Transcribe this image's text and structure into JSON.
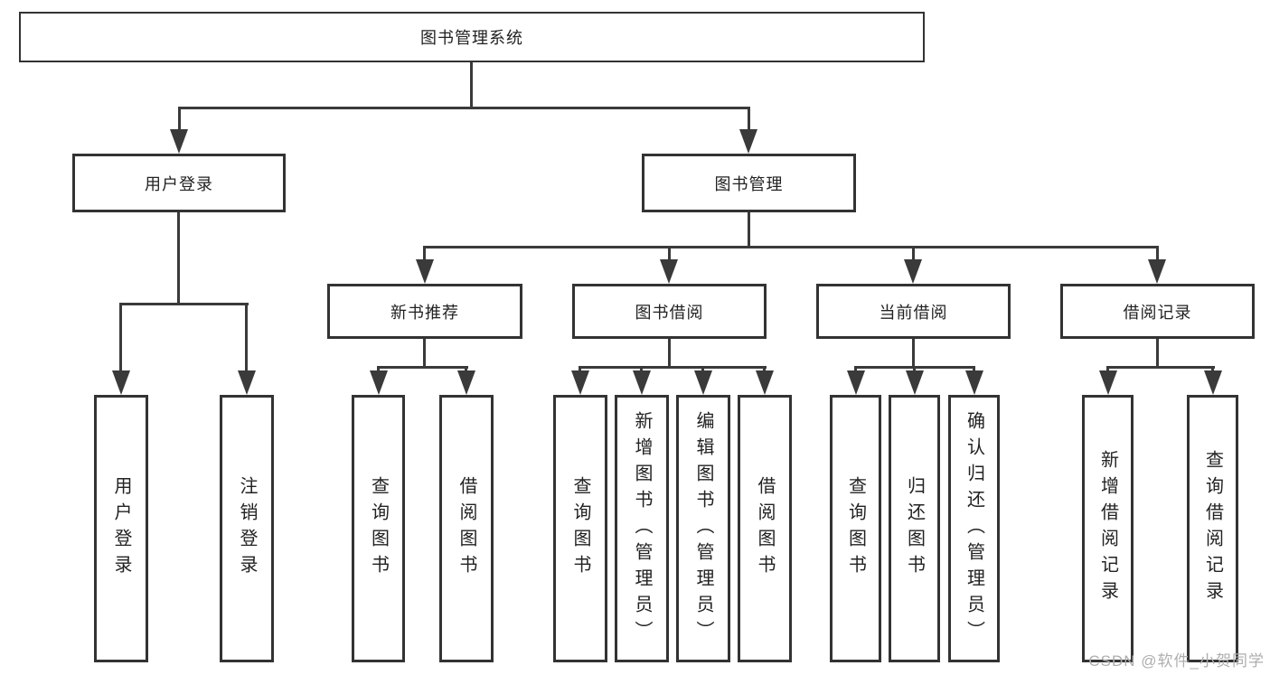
{
  "tree": {
    "root": {
      "label": "图书管理系统"
    },
    "branches": [
      {
        "label": "用户登录",
        "leaves": [
          {
            "label": "用户登录"
          },
          {
            "label": "注销登录"
          }
        ]
      },
      {
        "label": "图书管理",
        "groups": [
          {
            "label": "新书推荐",
            "leaves": [
              {
                "label": "查询图书"
              },
              {
                "label": "借阅图书"
              }
            ]
          },
          {
            "label": "图书借阅",
            "leaves": [
              {
                "label": "查询图书"
              },
              {
                "label": "新增图书（管理员）"
              },
              {
                "label": "编辑图书（管理员）"
              },
              {
                "label": "借阅图书"
              }
            ]
          },
          {
            "label": "当前借阅",
            "leaves": [
              {
                "label": "查询图书"
              },
              {
                "label": "归还图书"
              },
              {
                "label": "确认归还（管理员）"
              }
            ]
          },
          {
            "label": "借阅记录",
            "leaves": [
              {
                "label": "新增借阅记录"
              },
              {
                "label": "查询借阅记录"
              }
            ]
          }
        ]
      }
    ]
  },
  "watermark": {
    "text": "CSDN @软件_小贺同学"
  },
  "colors": {
    "line": "#3a3a3a",
    "border": "#333333",
    "text": "#222222",
    "watermark": "#aeaeae",
    "background": "#ffffff"
  }
}
